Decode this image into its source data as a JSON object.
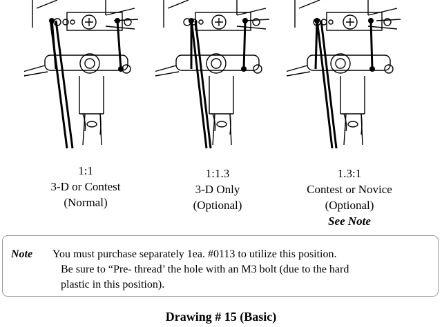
{
  "positions": [
    {
      "ratio": "1:1",
      "mode": "3-D or Contest",
      "type": "(Normal)",
      "note": ""
    },
    {
      "ratio": "1:1.3",
      "mode": "3-D Only",
      "type": "(Optional)",
      "note": ""
    },
    {
      "ratio": "1.3:1",
      "mode": "Contest or Novice",
      "type": "(Optional)",
      "note": "See Note"
    }
  ],
  "note_box": {
    "label": "Note",
    "line1": "You must purchase separately 1ea. #0113 to utilize this position.",
    "line2": "Be sure to “Pre- thread’ the hole with an M3 bolt (due to the hard",
    "line3": "plastic in this position)."
  },
  "caption": "Drawing # 15 (Basic)"
}
